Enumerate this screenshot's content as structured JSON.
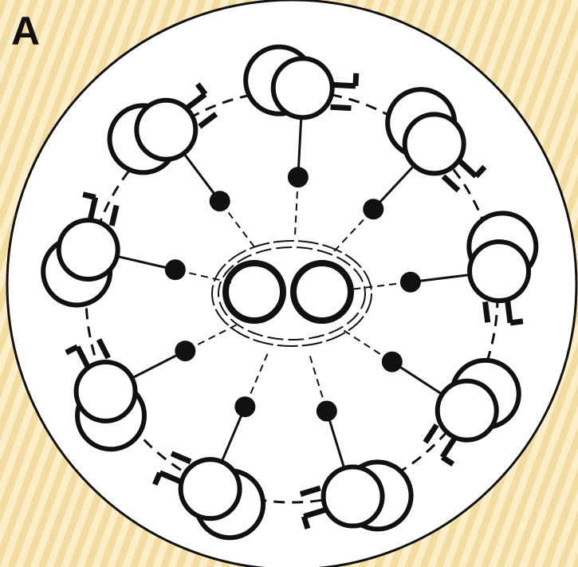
{
  "panel_label": "A",
  "diagram": {
    "kind": "radial-cell-cluster",
    "central_pair_count": 2,
    "peripheral_doublet_count": 9,
    "colors": {
      "background_stripe_a": "#f3dca0",
      "background_stripe_b": "#fbeec8",
      "disk_fill": "#ffffff",
      "stroke": "#111111"
    }
  }
}
